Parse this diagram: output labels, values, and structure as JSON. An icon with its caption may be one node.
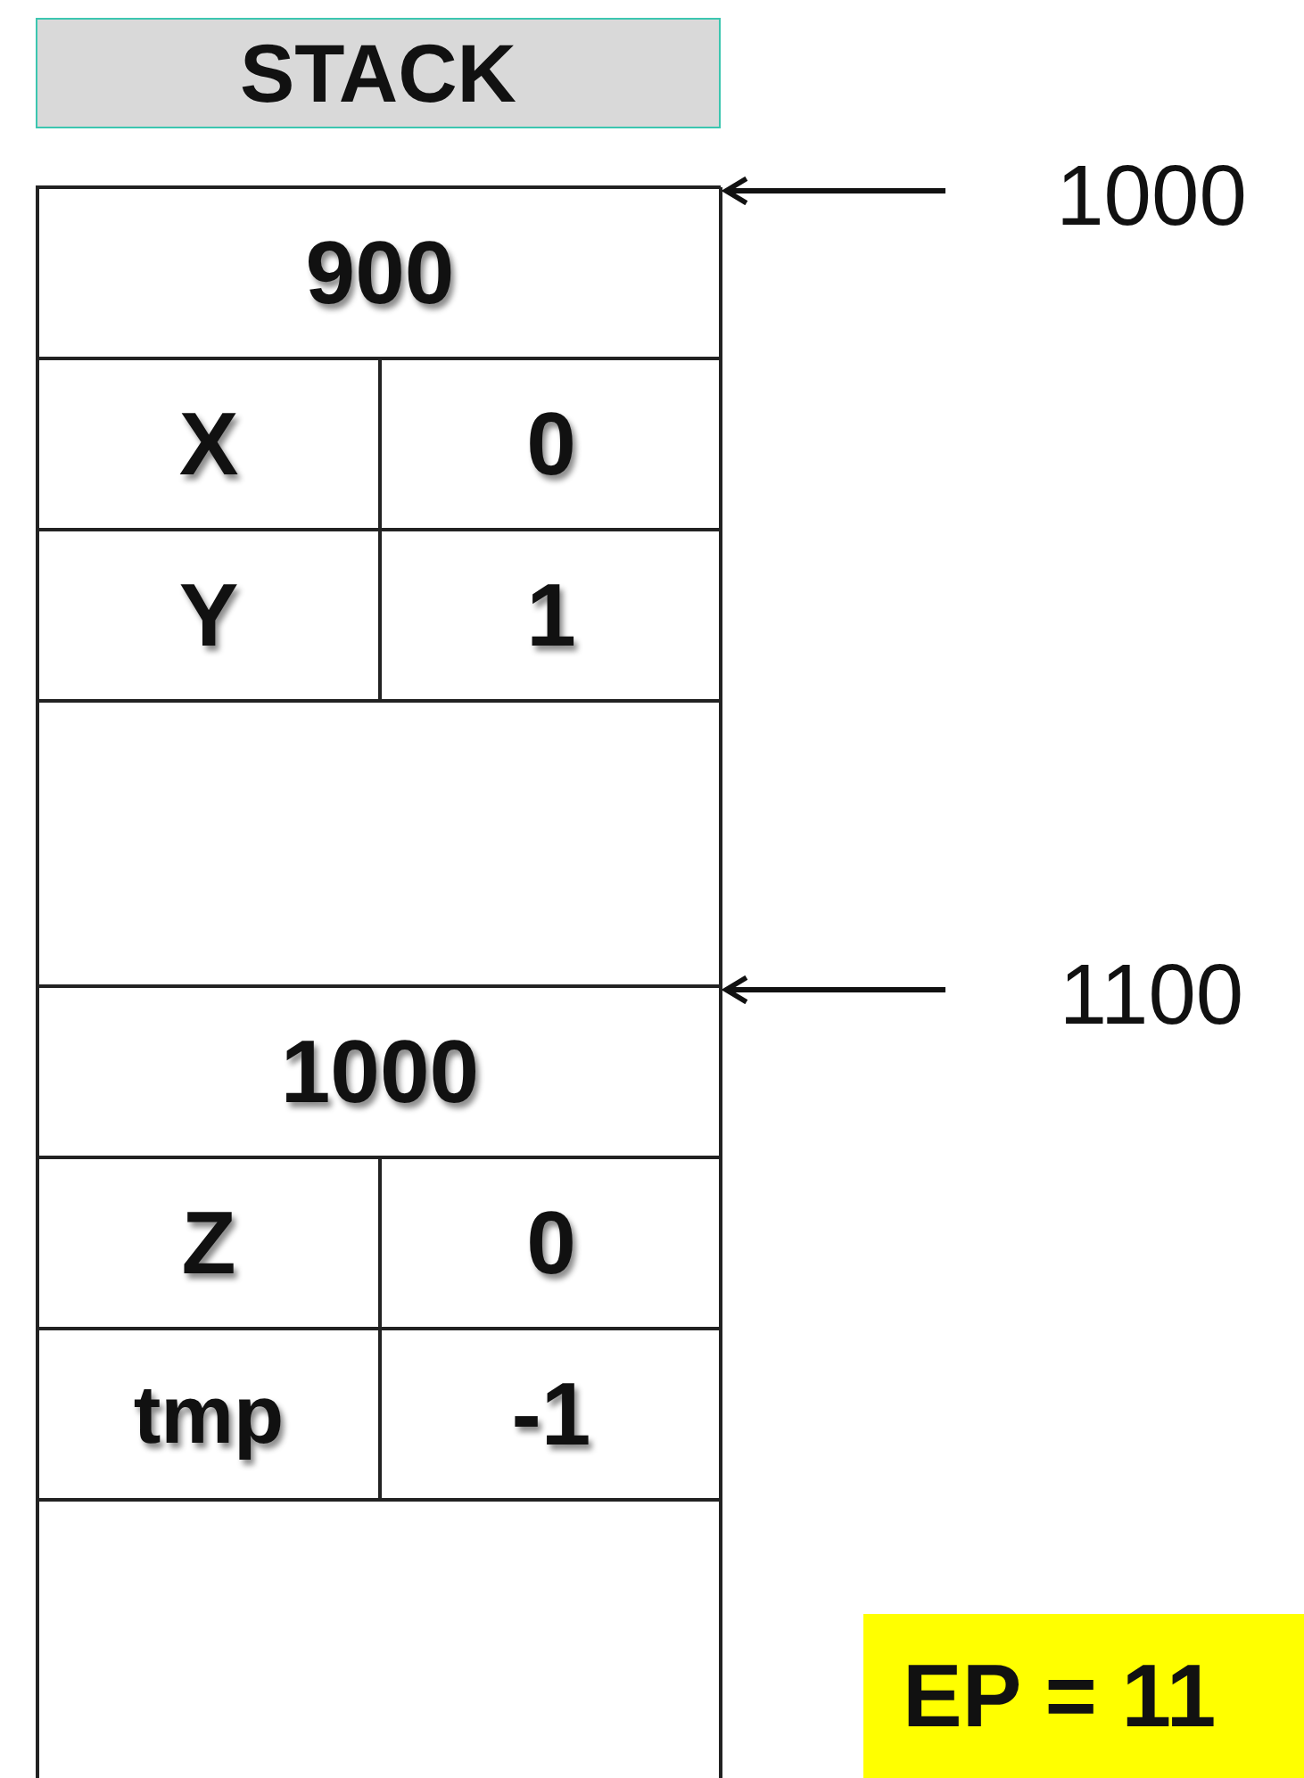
{
  "diagram": {
    "nodes": [
      {
        "text": [
          "STACK"
        ]
      },
      {
        "text": [],
        "shape": "box"
      },
      {
        "text": [
          "900"
        ],
        "in": 1
      },
      {
        "text": [
          "X"
        ],
        "in": 1
      },
      {
        "text": [
          "0"
        ],
        "in": 1
      },
      {
        "text": [
          "Y"
        ],
        "in": 1
      },
      {
        "text": [
          "1"
        ],
        "in": 1
      },
      {
        "text": [],
        "shape": "box",
        "in": 1
      },
      {
        "text": [
          "1000"
        ],
        "in": 1
      },
      {
        "text": [
          "Z"
        ],
        "in": 1
      },
      {
        "text": [
          "0"
        ],
        "in": 1
      },
      {
        "text": [
          "tmp"
        ],
        "in": 1
      },
      {
        "text": [
          "-1"
        ],
        "in": 1
      },
      {
        "text": [],
        "shape": "box",
        "in": 1
      },
      {
        "text": [
          "1000"
        ]
      },
      {
        "text": [
          "1100"
        ]
      },
      {
        "text": [
          "EP = 11"
        ]
      }
    ],
    "edges": [
      {
        "from": 14,
        "to": 2,
        "arrow": "to"
      },
      {
        "from": 15,
        "to": 8,
        "arrow": "to"
      }
    ]
  }
}
